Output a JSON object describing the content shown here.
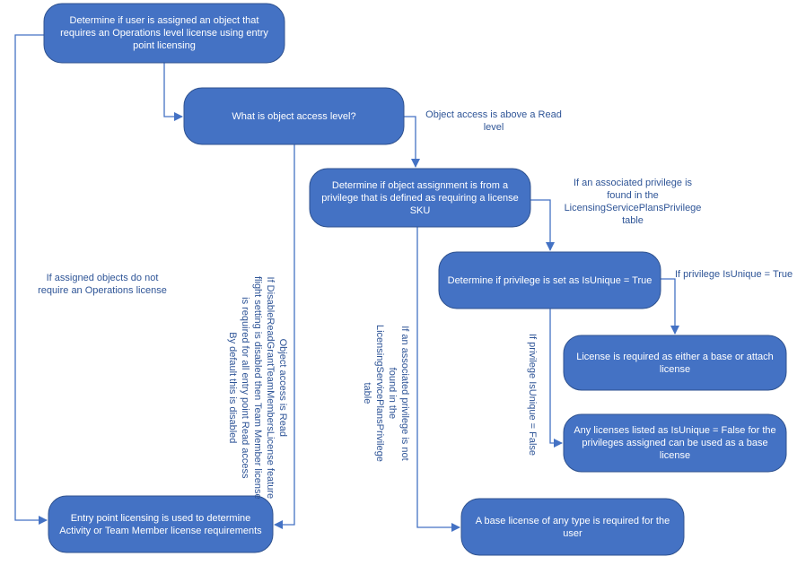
{
  "diagram": {
    "nodes": [
      {
        "id": "n1",
        "text": "Determine if user is assigned an object that requires an Operations level license using entry point licensing"
      },
      {
        "id": "n2",
        "text": "What is object access level?"
      },
      {
        "id": "n3",
        "text": "Determine if object assignment is from a privilege that is defined as requiring a license SKU"
      },
      {
        "id": "n4",
        "text": "Determine if privilege is set as IsUnique = True"
      },
      {
        "id": "n5",
        "text": "License is required as either a base or attach license"
      },
      {
        "id": "n6",
        "text": "Any licenses listed as IsUnique = False for the privileges assigned can be used as a base license"
      },
      {
        "id": "n7",
        "text": "Entry point licensing is used to determine Activity or Team Member license requirements"
      },
      {
        "id": "n8",
        "text": "A base license of any type is required for the user"
      }
    ],
    "edge_labels": {
      "above_read": "Object access is above a Read level",
      "privilege_found": "If an associated privilege is found in the LicensingServicePlansPrivilege table",
      "unique_true": "If privilege IsUnique = True",
      "unique_false": "If privilege IsUnique = False",
      "not_operations": "If assigned objects do not require an Operations license",
      "read_access": [
        "Object access is Read",
        "If DisableReadGrantTeamMembersLicense feature",
        "flight setting is disabled then Team Member license",
        "is required for all entry point Read access",
        "By default this is disabled"
      ],
      "privilege_not_found": [
        "If an associated privilege is not",
        "found in the",
        "LicensingServicePlansPrivilege",
        "table"
      ]
    },
    "colors": {
      "node_fill": "#4472c4",
      "node_border": "#2f528f",
      "connector": "#4472c4",
      "label_text": "#2f5597"
    }
  }
}
